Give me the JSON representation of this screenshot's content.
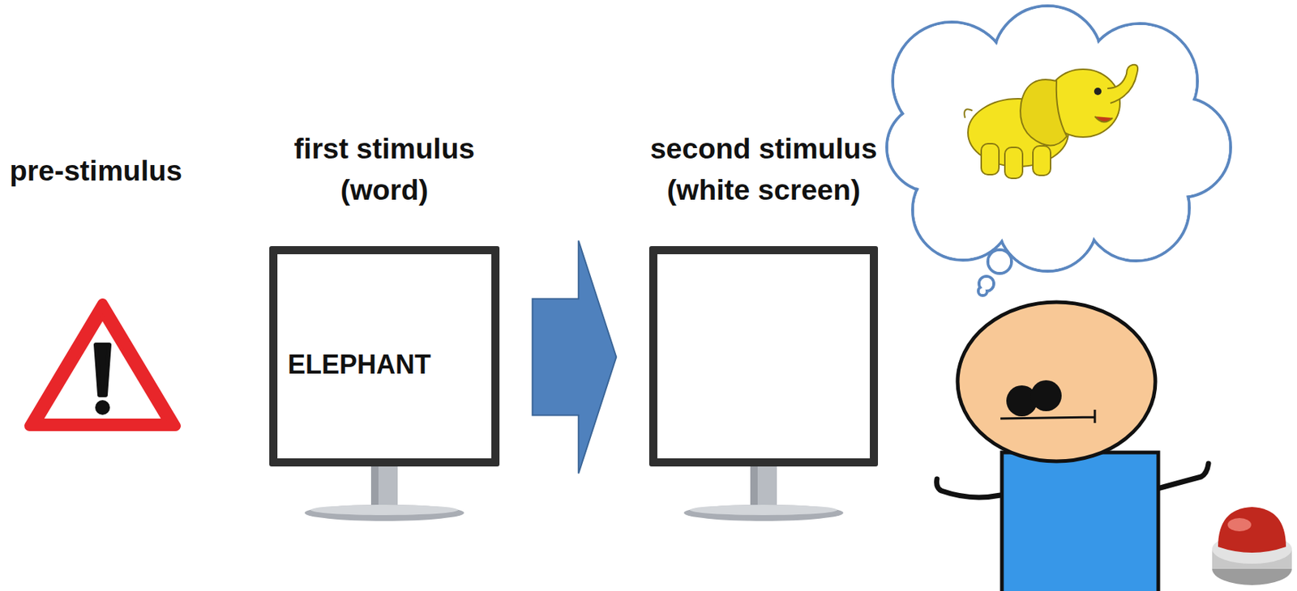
{
  "diagram": {
    "nodes": [
      {
        "text": [
          "first stimulus (word)",
          "ELEPHANT"
        ]
      },
      {
        "text": [
          "second stimulus (white screen)"
        ]
      }
    ],
    "edges": [
      {
        "from": 0,
        "to": 1,
        "arrow": "to"
      }
    ],
    "labels": [
      "pre-stimulus"
    ]
  }
}
